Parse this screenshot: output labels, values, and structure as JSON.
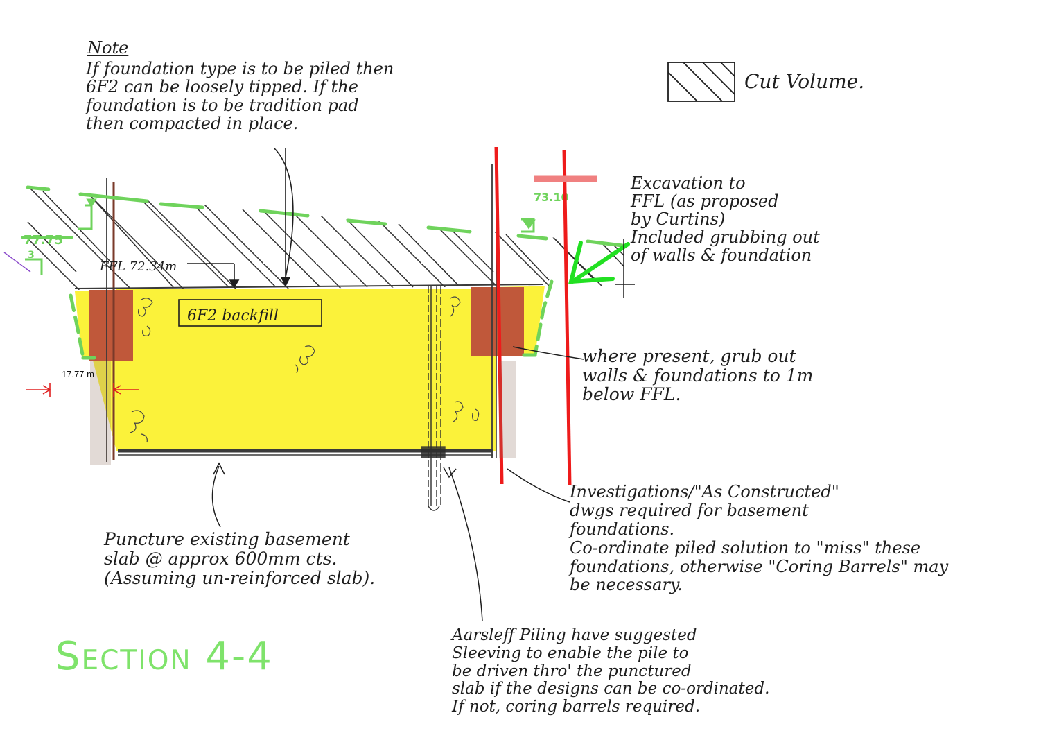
{
  "note": {
    "title": "Note",
    "body": "If foundation type is to be piled then\n6F2 can be loosely tipped. If the\nfoundation is to be tradition pad\nthen compacted in place."
  },
  "legend": {
    "label": "Cut Volume."
  },
  "levels": {
    "left": "77.75",
    "right": "73.10",
    "ffl": "FFL 72.34m",
    "slope": "3"
  },
  "fill_label": "6F2 backfill",
  "dimension": {
    "value": "17.77 m"
  },
  "notes": {
    "excavation": "Excavation to\nFFL (as proposed\nby Curtins)\nIncluded grubbing out\nof walls & foundation",
    "walls": "where present, grub out\nwalls & foundations to 1m\nbelow FFL.",
    "investigations": "Investigations/\"As Constructed\"\ndwgs required for basement\nfoundations.\nCo-ordinate piled solution to \"miss\" these\nfoundations, otherwise \"Coring Barrels\" may\nbe necessary.",
    "slab": "Puncture existing basement\nslab @ approx 600mm cts.\n(Assuming un-reinforced slab).",
    "piling": "Aarsleff Piling have suggested\nSleeving to enable the pile to\nbe driven thro' the punctured\nslab if the designs can be co-ordinated.\nIf not, coring barrels required."
  },
  "section_title": "Section 4-4",
  "colors": {
    "backfill": "#fbf23a",
    "masonry": "#c0583a",
    "green_level": "#6fd35c",
    "green_arrow": "#22e022",
    "pile_red": "#ee1b1b",
    "ink": "#1e1e1e"
  }
}
